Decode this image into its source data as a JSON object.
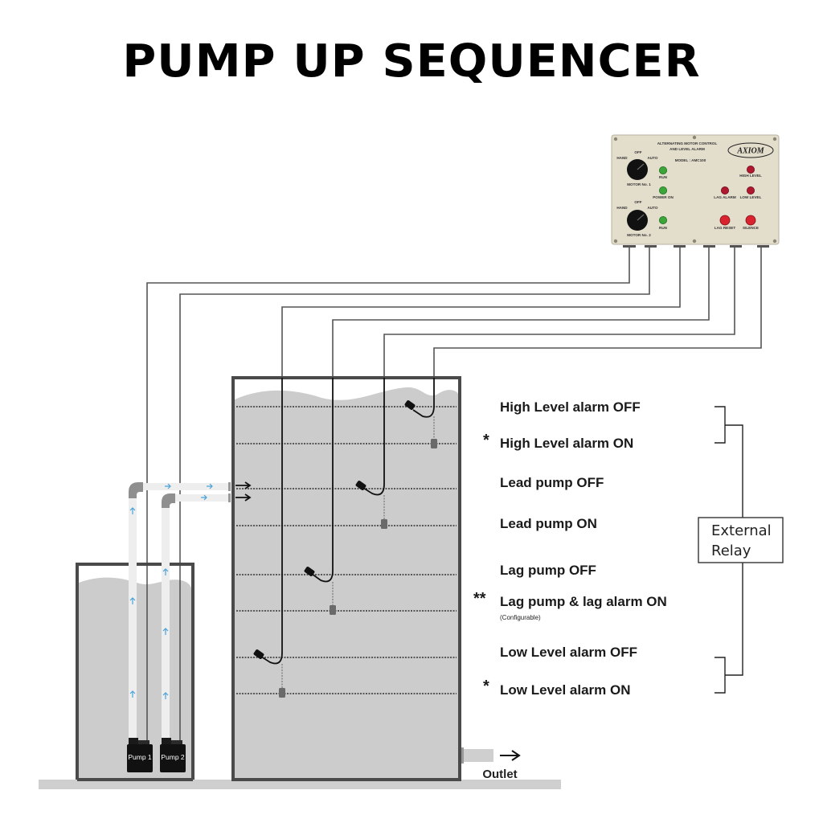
{
  "title": "PUMP UP SEQUENCER",
  "control_panel": {
    "heading_line1": "ALTERNATING MOTOR CONTROL",
    "heading_line2": "AND LEVEL ALARM",
    "model": "MODEL : AMC100",
    "brand": "AXIOM",
    "motor1": {
      "label": "MOTOR No. 1",
      "positions": [
        "HAND",
        "OFF",
        "AUTO"
      ],
      "run_label": "RUN"
    },
    "motor2": {
      "label": "MOTOR No. 2",
      "positions": [
        "HAND",
        "OFF",
        "AUTO"
      ],
      "run_label": "RUN"
    },
    "power_on_label": "POWER ON",
    "indicators": {
      "high_level": "HIGH LEVEL",
      "lag_alarm": "LAG ALARM",
      "low_level": "LOW LEVEL"
    },
    "buttons": {
      "lag_reset": "LAG RESET",
      "silence": "SILENCE"
    },
    "colors": {
      "body": "#e3ddcc",
      "green_lamp": "#3aa63a",
      "red_lamp": "#b01830",
      "red_button": "#d9232e"
    }
  },
  "levels": [
    {
      "marker": "",
      "label": "High Level alarm OFF"
    },
    {
      "marker": "*",
      "label": "High Level alarm ON"
    },
    {
      "marker": "",
      "label": "Lead pump OFF"
    },
    {
      "marker": "",
      "label": "Lead pump ON"
    },
    {
      "marker": "",
      "label": "Lag pump OFF"
    },
    {
      "marker": "**",
      "label": "Lag pump & lag alarm ON",
      "note": "(Configurable)"
    },
    {
      "marker": "",
      "label": "Low Level alarm OFF"
    },
    {
      "marker": "*",
      "label": "Low Level alarm ON"
    }
  ],
  "relay": {
    "line1": "External",
    "line2": "Relay"
  },
  "pumps": [
    {
      "label": "Pump 1"
    },
    {
      "label": "Pump 2"
    }
  ],
  "outlet_label": "Outlet",
  "colors": {
    "water": "#cccccc",
    "tank_wall": "#4a4a4a",
    "wire": "#555555",
    "pipe": "#ebebeb",
    "flow_arrow": "#4aa3d8"
  }
}
